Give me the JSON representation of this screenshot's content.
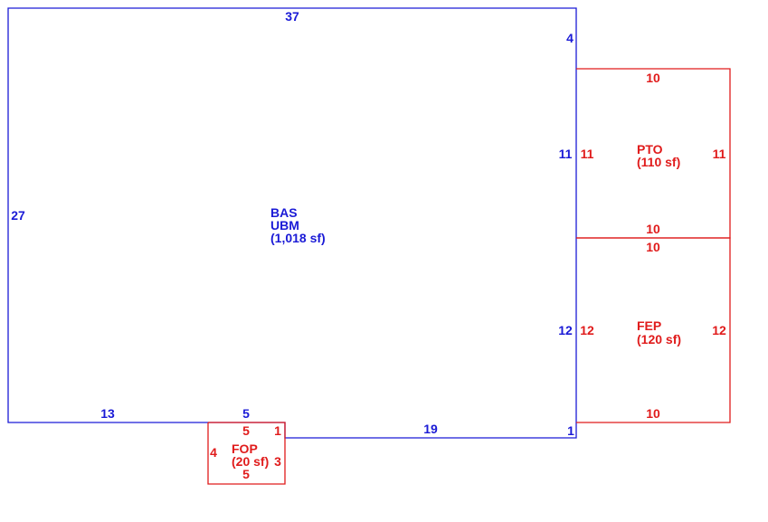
{
  "colors": {
    "main": "#1a1ad6",
    "addition": "#e01b1b",
    "background": "#ffffff"
  },
  "areas": {
    "bas": {
      "code": "BAS",
      "sub": "UBM",
      "area": "(1,018 sf)"
    },
    "pto": {
      "code": "PTO",
      "area": "(110 sf)"
    },
    "fep": {
      "code": "FEP",
      "area": "(120 sf)"
    },
    "fop": {
      "code": "FOP",
      "area": "(20 sf)"
    }
  },
  "dimensions": {
    "bas_top": "37",
    "bas_left": "27",
    "bas_right_upper": "4",
    "bas_right_pto": "11",
    "bas_right_fep": "12",
    "bas_right_lower": "1",
    "bas_bottom_left": "13",
    "bas_bottom_fop": "5",
    "bas_bottom_right": "19",
    "pto_top": "10",
    "pto_left": "11",
    "pto_right": "11",
    "pto_bottom": "10",
    "fep_top": "10",
    "fep_left": "12",
    "fep_right": "12",
    "fep_bottom": "10",
    "fop_top": "5",
    "fop_left": "4",
    "fop_right_upper": "1",
    "fop_right": "3",
    "fop_bottom": "5"
  }
}
